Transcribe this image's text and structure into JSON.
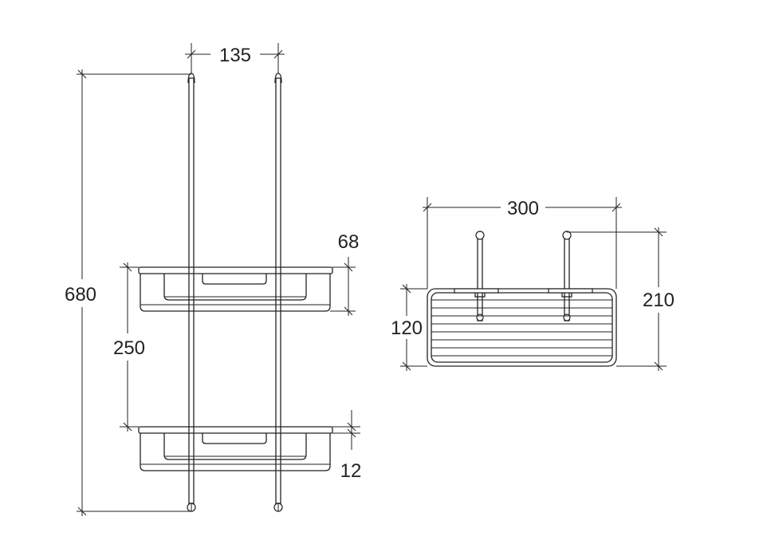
{
  "diagram": {
    "dimensions": {
      "rod_spacing": "135",
      "total_height": "680",
      "shelf_depth": "68",
      "shelf_spacing": "250",
      "rail_thickness": "12",
      "basket_width": "300",
      "basket_height": "120",
      "side_height": "210"
    },
    "colors": {
      "line": "#222222",
      "background": "#ffffff"
    }
  }
}
